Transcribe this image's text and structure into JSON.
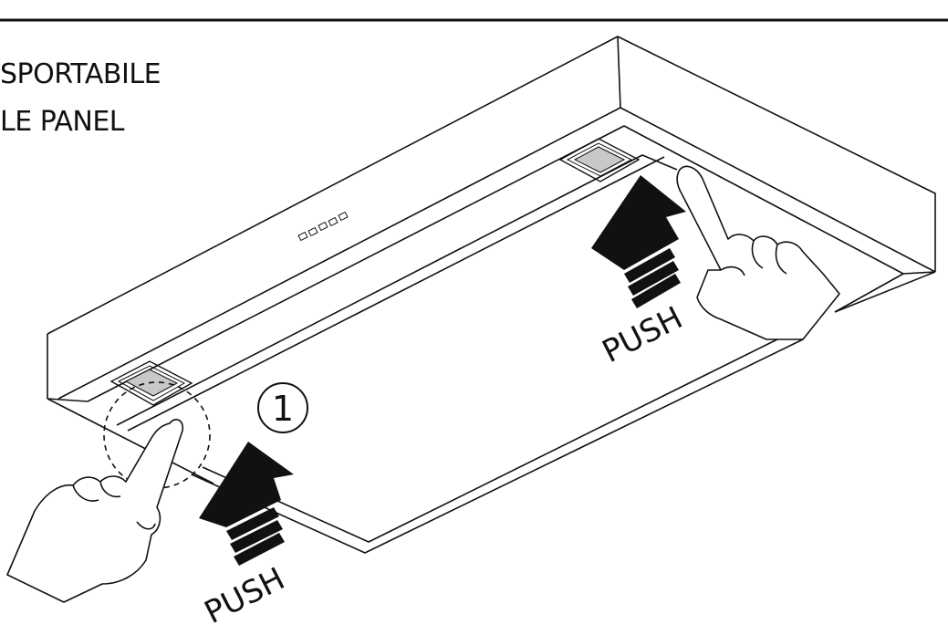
{
  "caption": {
    "line1": "SPORTABILE",
    "line2": "LE PANEL"
  },
  "callouts": {
    "step_number": "1",
    "push_left": "PUSH",
    "push_right": "PUSH"
  },
  "colors": {
    "line": "#111111",
    "button_fill": "#c8c8c8",
    "arrow": "#111111"
  },
  "icons": {
    "step_marker": "circled-number",
    "arrow": "push-up-arrow",
    "hand": "pointing-hand-icon",
    "highlight": "dashed-circle-highlight"
  }
}
